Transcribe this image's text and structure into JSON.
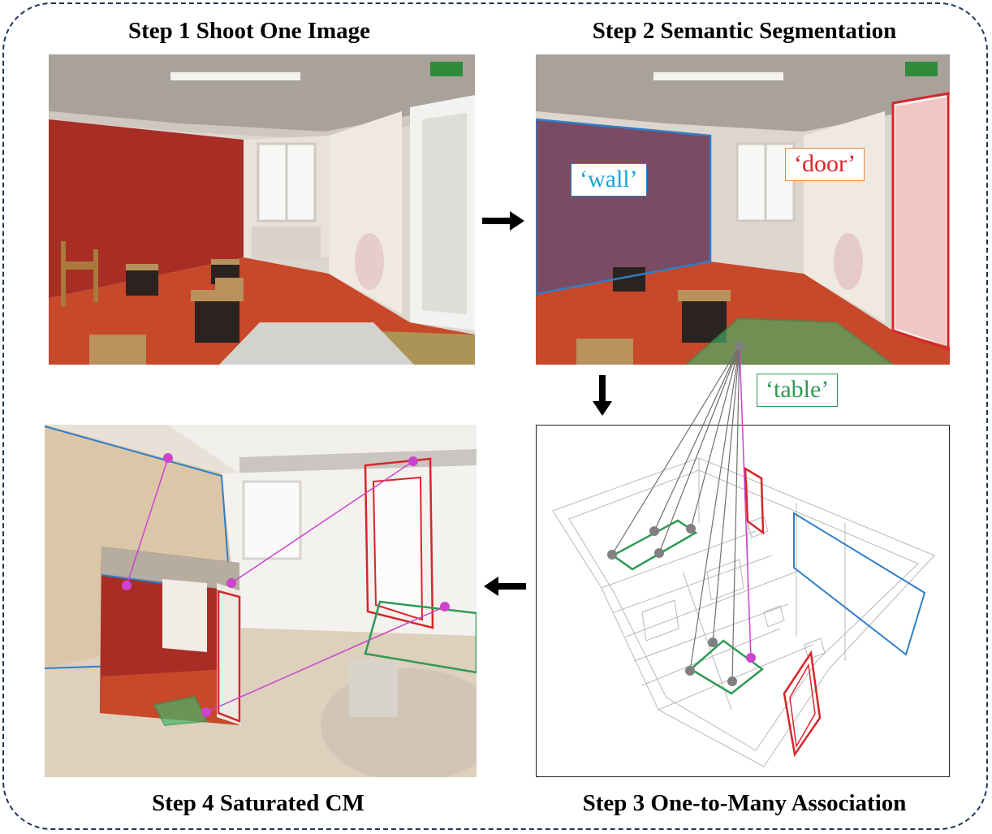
{
  "steps": {
    "step1": "Step 1 Shoot One Image",
    "step2": "Step 2 Semantic Segmentation",
    "step3": "Step 3 One-to-Many Association",
    "step4": "Step 4 Saturated CM"
  },
  "labels": {
    "wall": "‘wall’",
    "door": "‘door’",
    "table": "‘table’"
  },
  "colors": {
    "wall": "#2f7fc8",
    "door": "#d8262a",
    "table": "#2f9a55",
    "association_grey": "#808080",
    "association_magenta": "#cc44cc",
    "frame": "#1f3552"
  }
}
